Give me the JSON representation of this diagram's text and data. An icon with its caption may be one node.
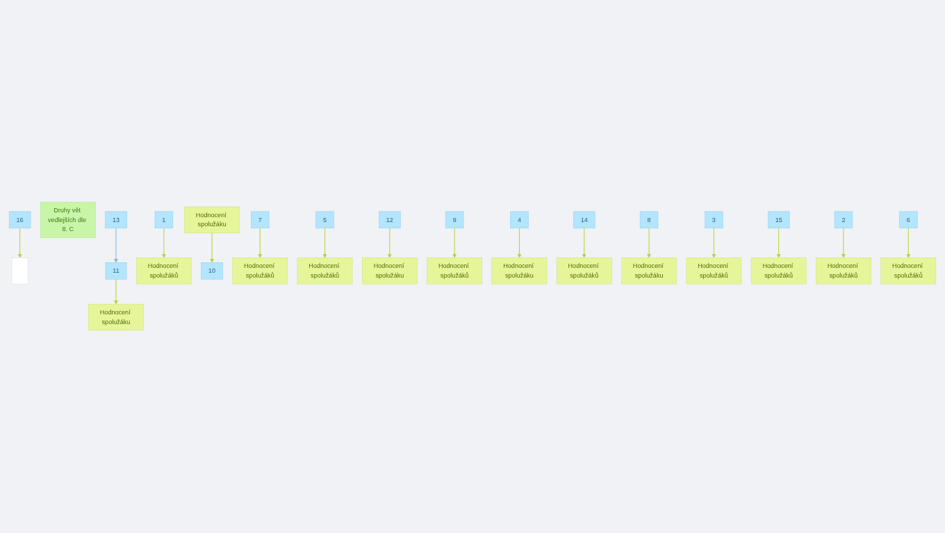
{
  "diagram": {
    "nodes": [
      {
        "text": [
          "Hodnocení spolužáku"
        ]
      },
      {
        "text": [
          "16"
        ]
      },
      {
        "text": [
          "Druhy vět vedlejších dle 8. C"
        ]
      },
      {
        "text": [],
        "shape": "box"
      },
      {
        "text": [
          "11"
        ]
      },
      {
        "text": [
          "1"
        ]
      },
      {
        "text": [
          "Hodnocení spolužáků"
        ]
      },
      {
        "text": [
          "7"
        ]
      },
      {
        "text": [
          "Hodnocení spolužáku"
        ]
      },
      {
        "text": [
          "5"
        ]
      },
      {
        "text": [
          "10"
        ]
      },
      {
        "text": [
          "Hodnocení spolužáků"
        ]
      },
      {
        "text": [
          "13"
        ]
      },
      {
        "text": [
          "9"
        ]
      },
      {
        "text": [
          "Hodnocení spolužáků"
        ]
      },
      {
        "text": [
          "Hodnocení spolužáku"
        ]
      },
      {
        "text": [
          "Hodnocení spolužáků"
        ]
      },
      {
        "text": [
          "12"
        ]
      },
      {
        "text": [
          "14"
        ]
      },
      {
        "text": [
          "Hodnocení spolužáku"
        ]
      },
      {
        "text": [
          "4"
        ]
      },
      {
        "text": [
          "Hodnocení spolužáků"
        ]
      },
      {
        "text": [
          "2"
        ]
      },
      {
        "text": [
          "3"
        ]
      },
      {
        "text": [
          "8"
        ]
      },
      {
        "text": [
          "15"
        ]
      },
      {
        "text": [
          "6"
        ]
      },
      {
        "text": [
          "Hodnocení spolužáku"
        ]
      },
      {
        "text": [
          "Hodnocení spolužáků"
        ]
      },
      {
        "text": [
          "Hodnocení spolužáků"
        ]
      },
      {
        "text": [
          "Hodnocení spolužáků"
        ]
      },
      {
        "text": [
          "Hodnocení spolužáků"
        ]
      }
    ],
    "edges": [
      {
        "from": 4,
        "to": 0,
        "arrow": "to"
      },
      {
        "from": 1,
        "to": 3,
        "arrow": "to"
      },
      {
        "from": 12,
        "to": 4,
        "arrow": "to",
        "color": "#7ab8e0"
      },
      {
        "from": 5,
        "to": 6,
        "arrow": "to"
      },
      {
        "from": 8,
        "to": 10,
        "arrow": "to"
      },
      {
        "from": 7,
        "to": 11,
        "arrow": "to"
      },
      {
        "from": 9,
        "to": 14,
        "arrow": "to"
      },
      {
        "from": 13,
        "to": 16,
        "arrow": "to"
      },
      {
        "from": 17,
        "to": 15,
        "arrow": "to"
      },
      {
        "from": 18,
        "to": 21,
        "arrow": "to"
      },
      {
        "from": 20,
        "to": 19,
        "arrow": "to"
      },
      {
        "from": 22,
        "to": 30,
        "arrow": "to"
      },
      {
        "from": 23,
        "to": 28,
        "arrow": "to"
      },
      {
        "from": 24,
        "to": 27,
        "arrow": "to"
      },
      {
        "from": 25,
        "to": 29,
        "arrow": "to"
      },
      {
        "from": 26,
        "to": 31,
        "arrow": "to"
      }
    ]
  }
}
